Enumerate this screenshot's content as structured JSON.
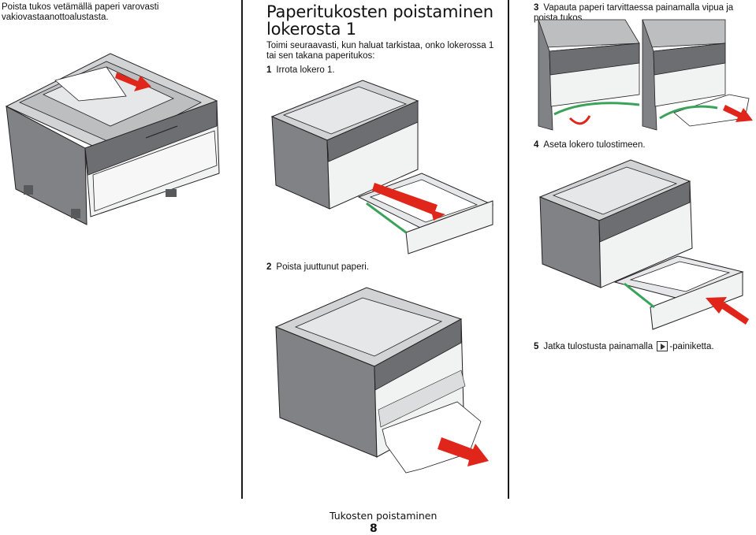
{
  "left_column": {
    "intro_text": "Poista tukos vetämällä paperi varovasti vakiovastaanottoalustasta."
  },
  "middle_column": {
    "title": "Paperitukosten poistaminen lokerosta 1",
    "intro": "Toimi seuraavasti, kun haluat tarkistaa, onko lokerossa 1 tai sen takana paperitukos:",
    "step1": {
      "num": "1",
      "text": "Irrota lokero 1."
    },
    "step2": {
      "num": "2",
      "text": "Poista juuttunut paperi."
    }
  },
  "right_column": {
    "step3": {
      "num": "3",
      "text": "Vapauta paperi tarvittaessa painamalla vipua ja poista tukos."
    },
    "step4": {
      "num": "4",
      "text": "Aseta lokero tulostimeen."
    },
    "step5": {
      "num": "5",
      "text_before": "Jatka tulostusta painamalla",
      "key_icon": "play-button-icon",
      "text_after": "-painiketta."
    }
  },
  "footer": {
    "section": "Tukosten poistaminen",
    "page_number": "8"
  },
  "colors": {
    "arrow": "#e0251b",
    "printer_dark": "#6d6e71",
    "printer_mid": "#a7a9ac",
    "printer_light": "#e6e7e8",
    "accent_green": "#3aa35a"
  }
}
